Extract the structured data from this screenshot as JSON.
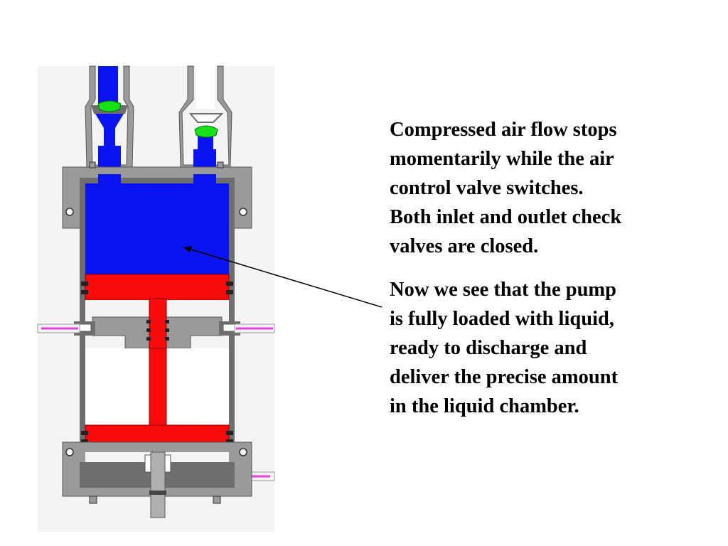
{
  "text": {
    "paragraph_1": [
      "Compressed air flow stops",
      "momentarily while the air",
      "control valve switches.",
      "Both inlet and outlet check",
      "valves are closed."
    ],
    "paragraph_2": [
      "Now we see that the pump",
      "is fully loaded with liquid,",
      "ready to discharge and",
      "deliver the precise amount",
      "in the liquid chamber."
    ]
  },
  "colors": {
    "liquid": "#0a14f0",
    "piston": "#fa0a0a",
    "check_valve_ball": "#18e018",
    "body_gray": "#9a9a9a",
    "dark_gray": "#6e6e6e",
    "air_line": "#e040e0",
    "background_panel": "#f4f4f4"
  }
}
